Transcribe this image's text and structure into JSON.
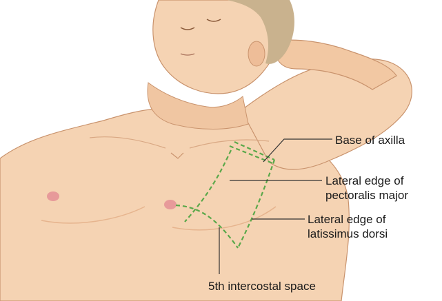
{
  "labels": {
    "base_of_axilla": "Base of axilla",
    "pectoralis_line1": "Lateral edge of",
    "pectoralis_line2": "pectoralis major",
    "latissimus_line1": "Lateral edge of",
    "latissimus_line2": "latissimus dorsi",
    "intercostal": "5th intercostal space"
  },
  "colors": {
    "skin": "#f5d3b3",
    "skin_shadow": "#e9b893",
    "skin_outline": "#c9936d",
    "hair": "#c9b28e",
    "nipple": "#e79a9a",
    "dashed_line": "#5aa84a",
    "leader_line": "#333333"
  },
  "icons": {
    "figure": "supine-patient-arm-raised-illustration",
    "triangle": "safe-triangle-dashed-outline"
  }
}
